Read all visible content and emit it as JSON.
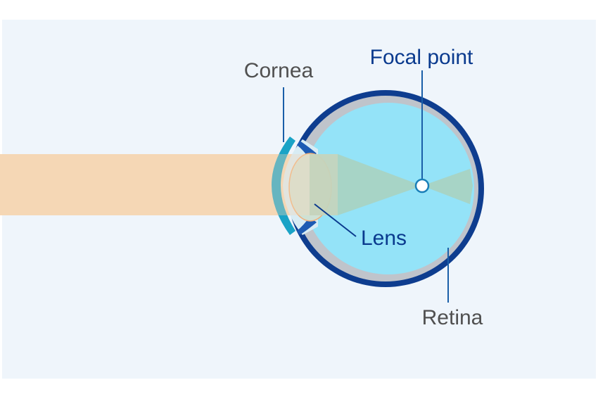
{
  "labels": {
    "cornea": "Cornea",
    "focal_point": "Focal point",
    "lens": "Lens",
    "retina": "Retina"
  },
  "colors": {
    "background_panel": "#eff5fb",
    "light_beam": "#f5d7b5",
    "eye_outer": "#0e3d8f",
    "sclera": "#bfc4cb",
    "vitreous": "#94e3f8",
    "cornea": "#1aa3c6",
    "lens": "#cfe1d4",
    "focus_cone": "#a9d2c0",
    "label_dark": "#505050",
    "label_accent": "#0a3a8e",
    "pointer_line": "#1a5fa8"
  }
}
